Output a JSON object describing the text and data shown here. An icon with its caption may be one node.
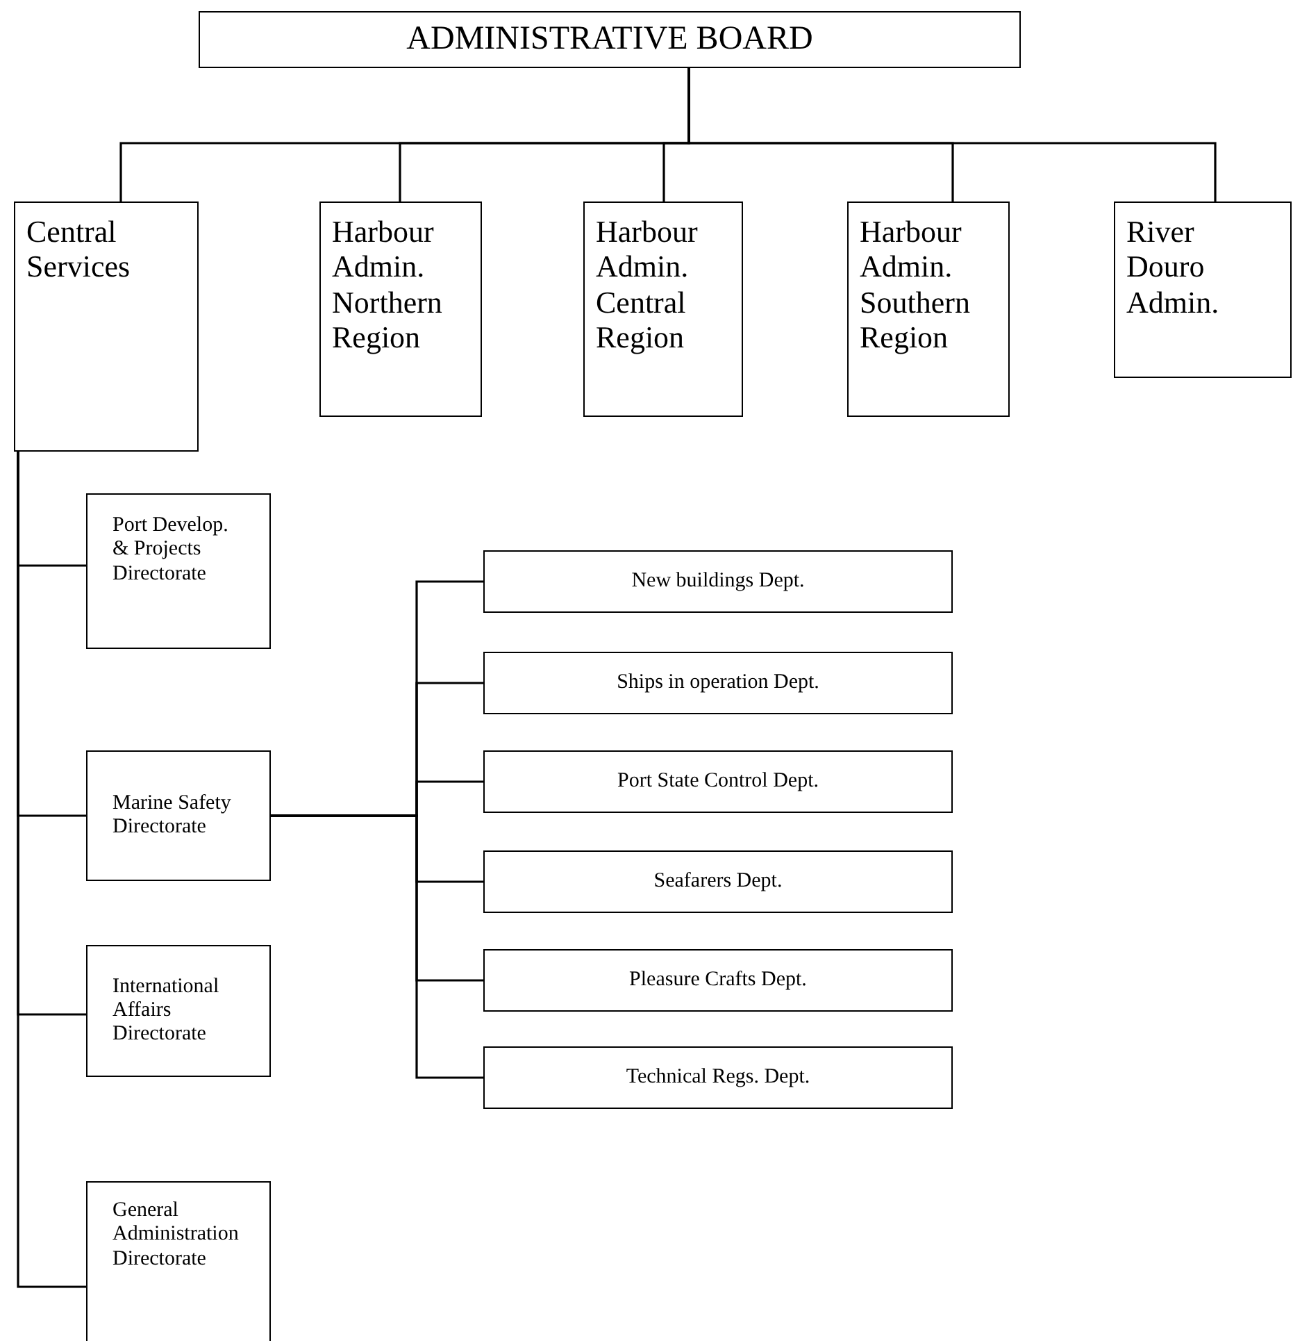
{
  "diagram": {
    "nodes": [
      {
        "text": [
          "ADMINISTRATIVE BOARD"
        ]
      },
      {
        "text": [
          "Central Services"
        ]
      },
      {
        "text": [
          "Harbour Admin. Northern Region"
        ]
      },
      {
        "text": [
          "Harbour Admin. Central Region"
        ]
      },
      {
        "text": [
          "Harbour Admin. Southern Region"
        ]
      },
      {
        "text": [
          "River Douro Admin."
        ]
      },
      {
        "text": [
          "Port Develop. & Projects Directorate"
        ]
      },
      {
        "text": [
          "Marine Safety Directorate"
        ]
      },
      {
        "text": [
          "International Affairs Directorate"
        ]
      },
      {
        "text": [
          "General Administration Directorate"
        ]
      },
      {
        "text": [
          "New buildings Dept."
        ]
      },
      {
        "text": [
          "Ships in operation Dept."
        ]
      },
      {
        "text": [
          "Port State Control Dept."
        ]
      },
      {
        "text": [
          "Seafarers Dept."
        ]
      },
      {
        "text": [
          "Pleasure Crafts Dept."
        ]
      },
      {
        "text": [
          "Technical Regs. Dept."
        ]
      }
    ],
    "edges": [
      {
        "from": 0,
        "to": 1,
        "arrow": "none"
      },
      {
        "from": 0,
        "to": 2,
        "arrow": "none"
      },
      {
        "from": 0,
        "to": 3,
        "arrow": "none"
      },
      {
        "from": 0,
        "to": 4,
        "arrow": "none"
      },
      {
        "from": 0,
        "to": 5,
        "arrow": "none"
      },
      {
        "from": 1,
        "to": 6,
        "arrow": "none"
      },
      {
        "from": 1,
        "to": 7,
        "arrow": "none"
      },
      {
        "from": 1,
        "to": 8,
        "arrow": "none"
      },
      {
        "from": 1,
        "to": 9,
        "arrow": "none"
      },
      {
        "from": 7,
        "to": 10,
        "arrow": "none"
      },
      {
        "from": 7,
        "to": 11,
        "arrow": "none"
      },
      {
        "from": 7,
        "to": 12,
        "arrow": "none"
      },
      {
        "from": 7,
        "to": 13,
        "arrow": "none"
      },
      {
        "from": 7,
        "to": 14,
        "arrow": "none"
      },
      {
        "from": 7,
        "to": 15,
        "arrow": "none"
      }
    ]
  }
}
